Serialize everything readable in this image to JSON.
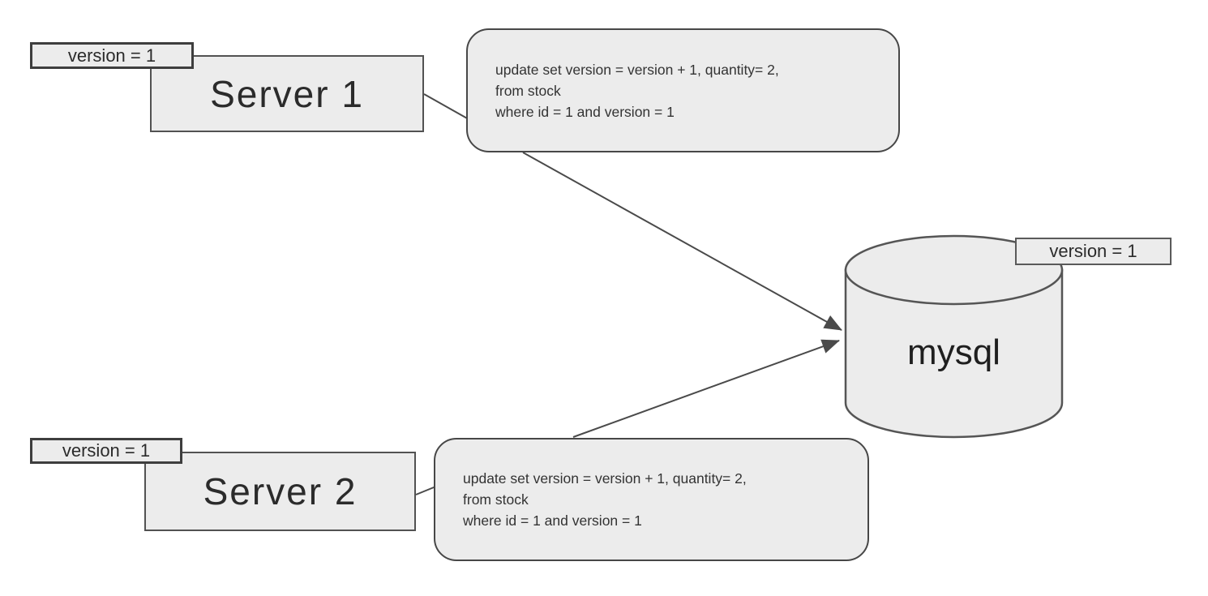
{
  "diagram": {
    "background": "#ffffff",
    "palette": {
      "node_fill": "#ececec",
      "node_border": "#525252",
      "tag_border": "#3e3e3e",
      "connector": "#4a4a4a",
      "text": "#2b2b2b"
    },
    "servers": [
      {
        "id": "server-1",
        "name": "Server 1",
        "version_tag": "version = 1"
      },
      {
        "id": "server-2",
        "name": "Server 2",
        "version_tag": "version = 1"
      }
    ],
    "database": {
      "id": "mysql",
      "name": "mysql",
      "version_tag": "version = 1",
      "shape": "cylinder"
    },
    "queries": [
      {
        "id": "query-1",
        "lines": [
          "update set version = version + 1, quantity= 2,",
          "from stock",
          "where id = 1 and version = 1"
        ]
      },
      {
        "id": "query-2",
        "lines": [
          "update set version = version + 1, quantity= 2,",
          "from stock",
          "where id = 1 and version = 1"
        ]
      }
    ],
    "edges": [
      {
        "from": "server-1",
        "to": "query-1",
        "arrow": false
      },
      {
        "from": "server-2",
        "to": "query-2",
        "arrow": false
      },
      {
        "from": "query-1",
        "to": "mysql",
        "arrow": true
      },
      {
        "from": "query-2",
        "to": "mysql",
        "arrow": true
      }
    ]
  }
}
